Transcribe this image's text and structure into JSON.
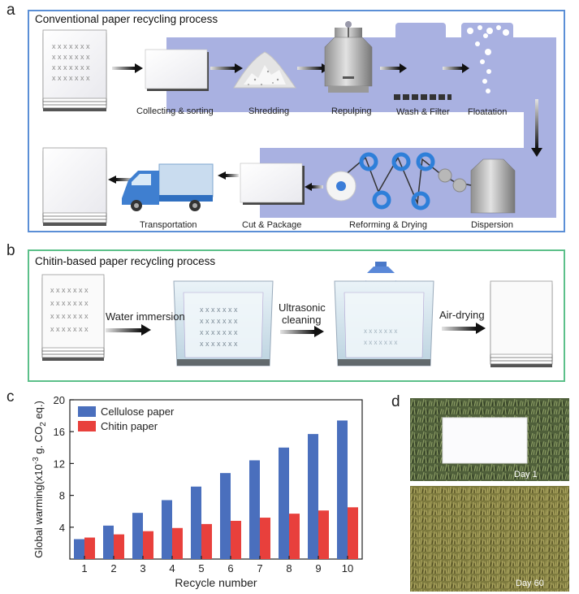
{
  "panels": {
    "a": {
      "letter": "a",
      "title": "Conventional paper recycling process",
      "steps": [
        "Collecting & sorting",
        "Shredding",
        "Repulping",
        "Wash & Filter",
        "Floatation",
        "Dispersion",
        "Reforming & Drying",
        "Cut & Package",
        "Transportation"
      ]
    },
    "b": {
      "letter": "b",
      "title": "Chitin-based paper recycling process",
      "steps": [
        "Water immersion",
        "Ultrasonic",
        "cleaning",
        "Air-drying"
      ]
    },
    "c": {
      "letter": "c"
    },
    "d": {
      "letter": "d",
      "photo_labels": [
        "Day 1",
        "Day 60"
      ]
    }
  },
  "paper_marks": "x x x x x x x",
  "chart_data": {
    "type": "bar",
    "categories": [
      "1",
      "2",
      "3",
      "4",
      "5",
      "6",
      "7",
      "8",
      "9",
      "10"
    ],
    "series": [
      {
        "name": "Cellulose paper",
        "color": "#4a6fbd",
        "values": [
          2.5,
          4.2,
          5.8,
          7.4,
          9.1,
          10.8,
          12.4,
          14.0,
          15.7,
          17.4
        ]
      },
      {
        "name": "Chitin paper",
        "color": "#e8403c",
        "values": [
          2.7,
          3.1,
          3.5,
          3.9,
          4.4,
          4.8,
          5.2,
          5.7,
          6.1,
          6.5
        ]
      }
    ],
    "xlabel": "Recycle number",
    "ylabel_prefix": "Global warming(x10",
    "ylabel_exp": "-3",
    "ylabel_mid": " g. CO",
    "ylabel_sub": "2",
    "ylabel_suffix": " eq.)",
    "ylim": [
      0,
      20
    ],
    "yticks": [
      "4",
      "8",
      "12",
      "16",
      "20"
    ],
    "legend_position": "top-left",
    "grid": false
  }
}
